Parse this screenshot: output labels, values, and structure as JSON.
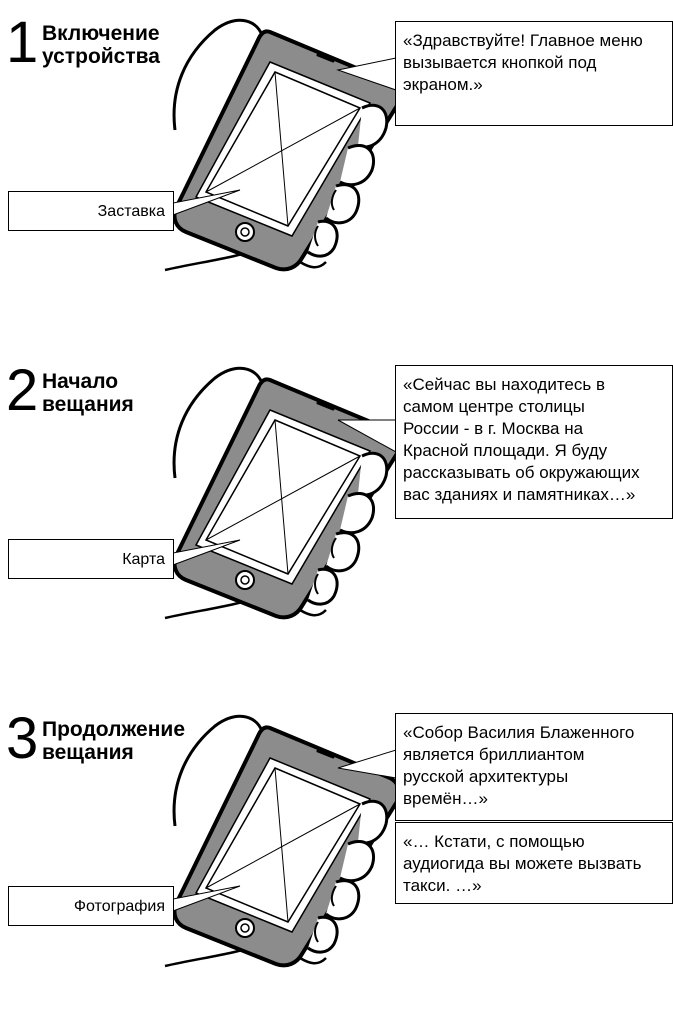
{
  "steps": [
    {
      "number": "1",
      "title": "Включение\nустройства",
      "screen_label": "Заставка",
      "callouts": [
        "«Здравствуйте! Главное меню\nвызывается кнопкой под\nэкраном.»"
      ]
    },
    {
      "number": "2",
      "title": "Начало\nвещания",
      "screen_label": "Карта",
      "callouts": [
        "«Сейчас вы находитесь в\nсамом центре столицы\nРоссии - в г. Москва на\nКрасной площади. Я буду\nрассказывать об окружающих\nвас зданиях и памятниках…»"
      ]
    },
    {
      "number": "3",
      "title": "Продолжение\nвещания",
      "screen_label": "Фотография",
      "callouts": [
        "«Собор Василия Блаженного\nявляется бриллиантом\nрусской архитектуры\nвремён…»",
        "«… Кстати, с помощью\nаудиогида вы можете вызвать\nтакси. …»"
      ]
    }
  ]
}
